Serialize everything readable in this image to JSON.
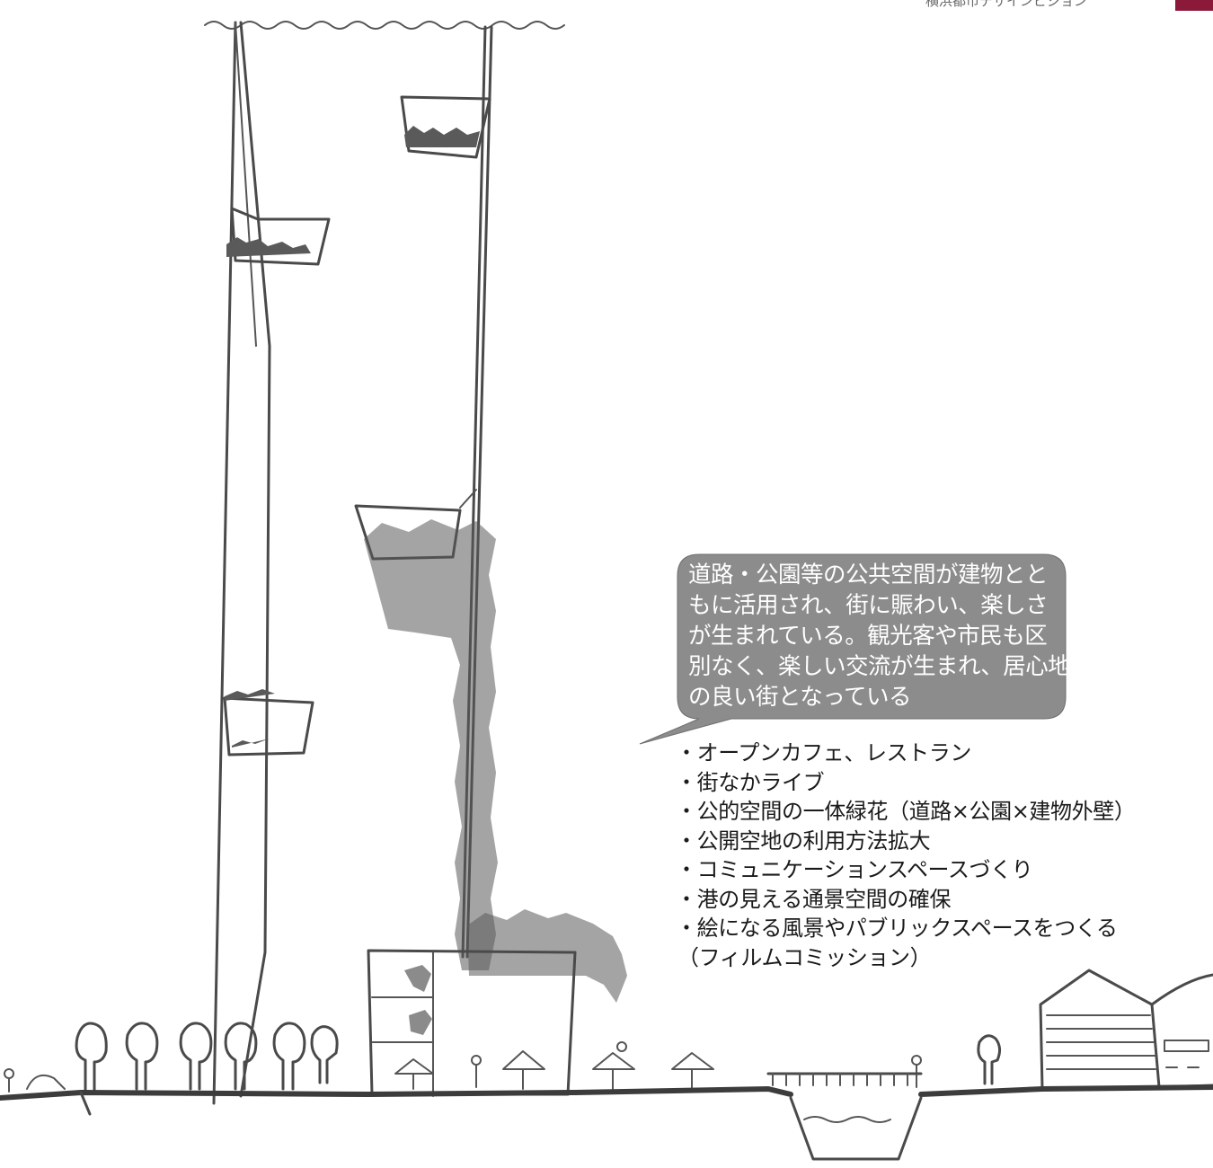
{
  "header_fragment": "横浜都市デザインビジョン",
  "speech_bubble": {
    "lines": [
      "道路・公園等の公共空間が建物とと",
      "もに活用され、街に賑わい、楽しさ",
      "が生まれている。観光客や市民も区",
      "別なく、楽しい交流が生まれ、居心地",
      "の良い街となっている"
    ],
    "fill_color": "#8c8c8c",
    "text_color": "#ffffff"
  },
  "bullets": [
    "・オープンカフェ、レストラン",
    "・街なかライブ",
    "・公的空間の一体緑花（道路×公園×建物外壁）",
    "・公開空地の利用方法拡大",
    "・コミュニケーションスペースづくり",
    "・港の見える通景空間の確保",
    "・絵になる風景やパブリックスペースをつくる"
  ],
  "bullet_note": "（フィルムコミッション）",
  "accent_color": "#8b1a3a"
}
